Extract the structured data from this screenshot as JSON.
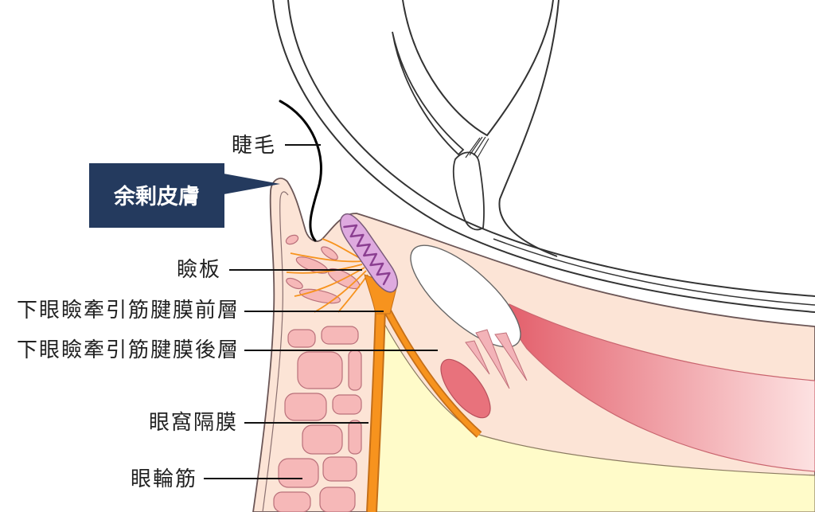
{
  "labels": {
    "eyelash": "睫毛",
    "excess_skin": "余剰皮膚",
    "tarsal_plate": "瞼板",
    "retractor_anterior_layer": "下眼瞼牽引筋腱膜前層",
    "retractor_posterior_layer": "下眼瞼牽引筋腱膜後層",
    "orbital_septum": "眼窩隔膜",
    "orbicularis_oculi": "眼輪筋"
  },
  "colors": {
    "callout_background": "#243a5e",
    "callout_text": "#ffffff",
    "skin": "#fce4d6",
    "muscle": "#f6b8b8",
    "muscle_dark": "#e8727c",
    "fascia": "#f7931e",
    "fascia_edge": "#c46f19",
    "fat": "#fffbc9",
    "tarsus": "#deaadf",
    "gland": "#8b3f91",
    "rectus_start": "#e3606c",
    "rectus_end": "#fde2e2",
    "outline": "#333333"
  }
}
